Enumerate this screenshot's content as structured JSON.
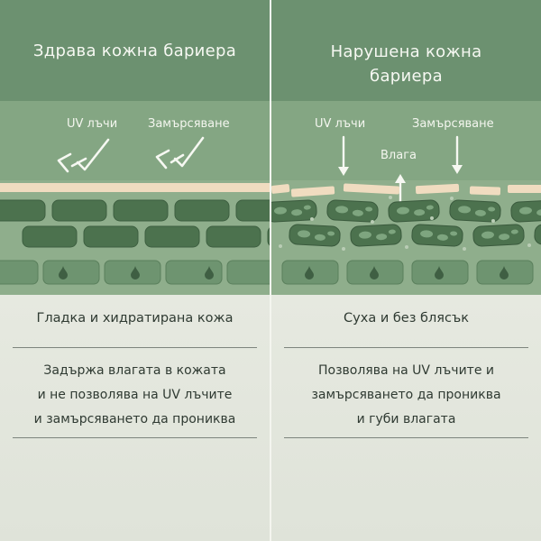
{
  "colors": {
    "title_band": "#6c9170",
    "skin_band": "#84a683",
    "cell_band": "#8fae8c",
    "cell_dark": "#4c724e",
    "cell_light": "#6e9470",
    "barrier_strip": "#f0dcc0",
    "bottom_band": "#e6e9e0",
    "text_dark": "#2f3a32"
  },
  "left": {
    "title": "Здрава кожна бариера",
    "labels": {
      "uv": "UV лъчи",
      "pollution": "Замърсяване"
    },
    "icons": [
      "checkmark-arrow-icon",
      "water-drop-icon"
    ],
    "subtitle": "Гладка и хидратирана кожа",
    "description": [
      "Задържа влагата в кожата",
      "и не позволява на UV лъчите",
      "и замърсяването да прониква"
    ]
  },
  "right": {
    "title": "Нарушена кожна бариера",
    "labels": {
      "uv": "UV лъчи",
      "moisture": "Влага",
      "pollution": "Замърсяване"
    },
    "icons": [
      "arrow-down-icon",
      "arrow-up-icon",
      "water-drop-icon"
    ],
    "subtitle": "Суха и без блясък",
    "description": [
      "Позволява на UV лъчите и",
      "замърсяването да прониква",
      "и губи влагата"
    ]
  }
}
